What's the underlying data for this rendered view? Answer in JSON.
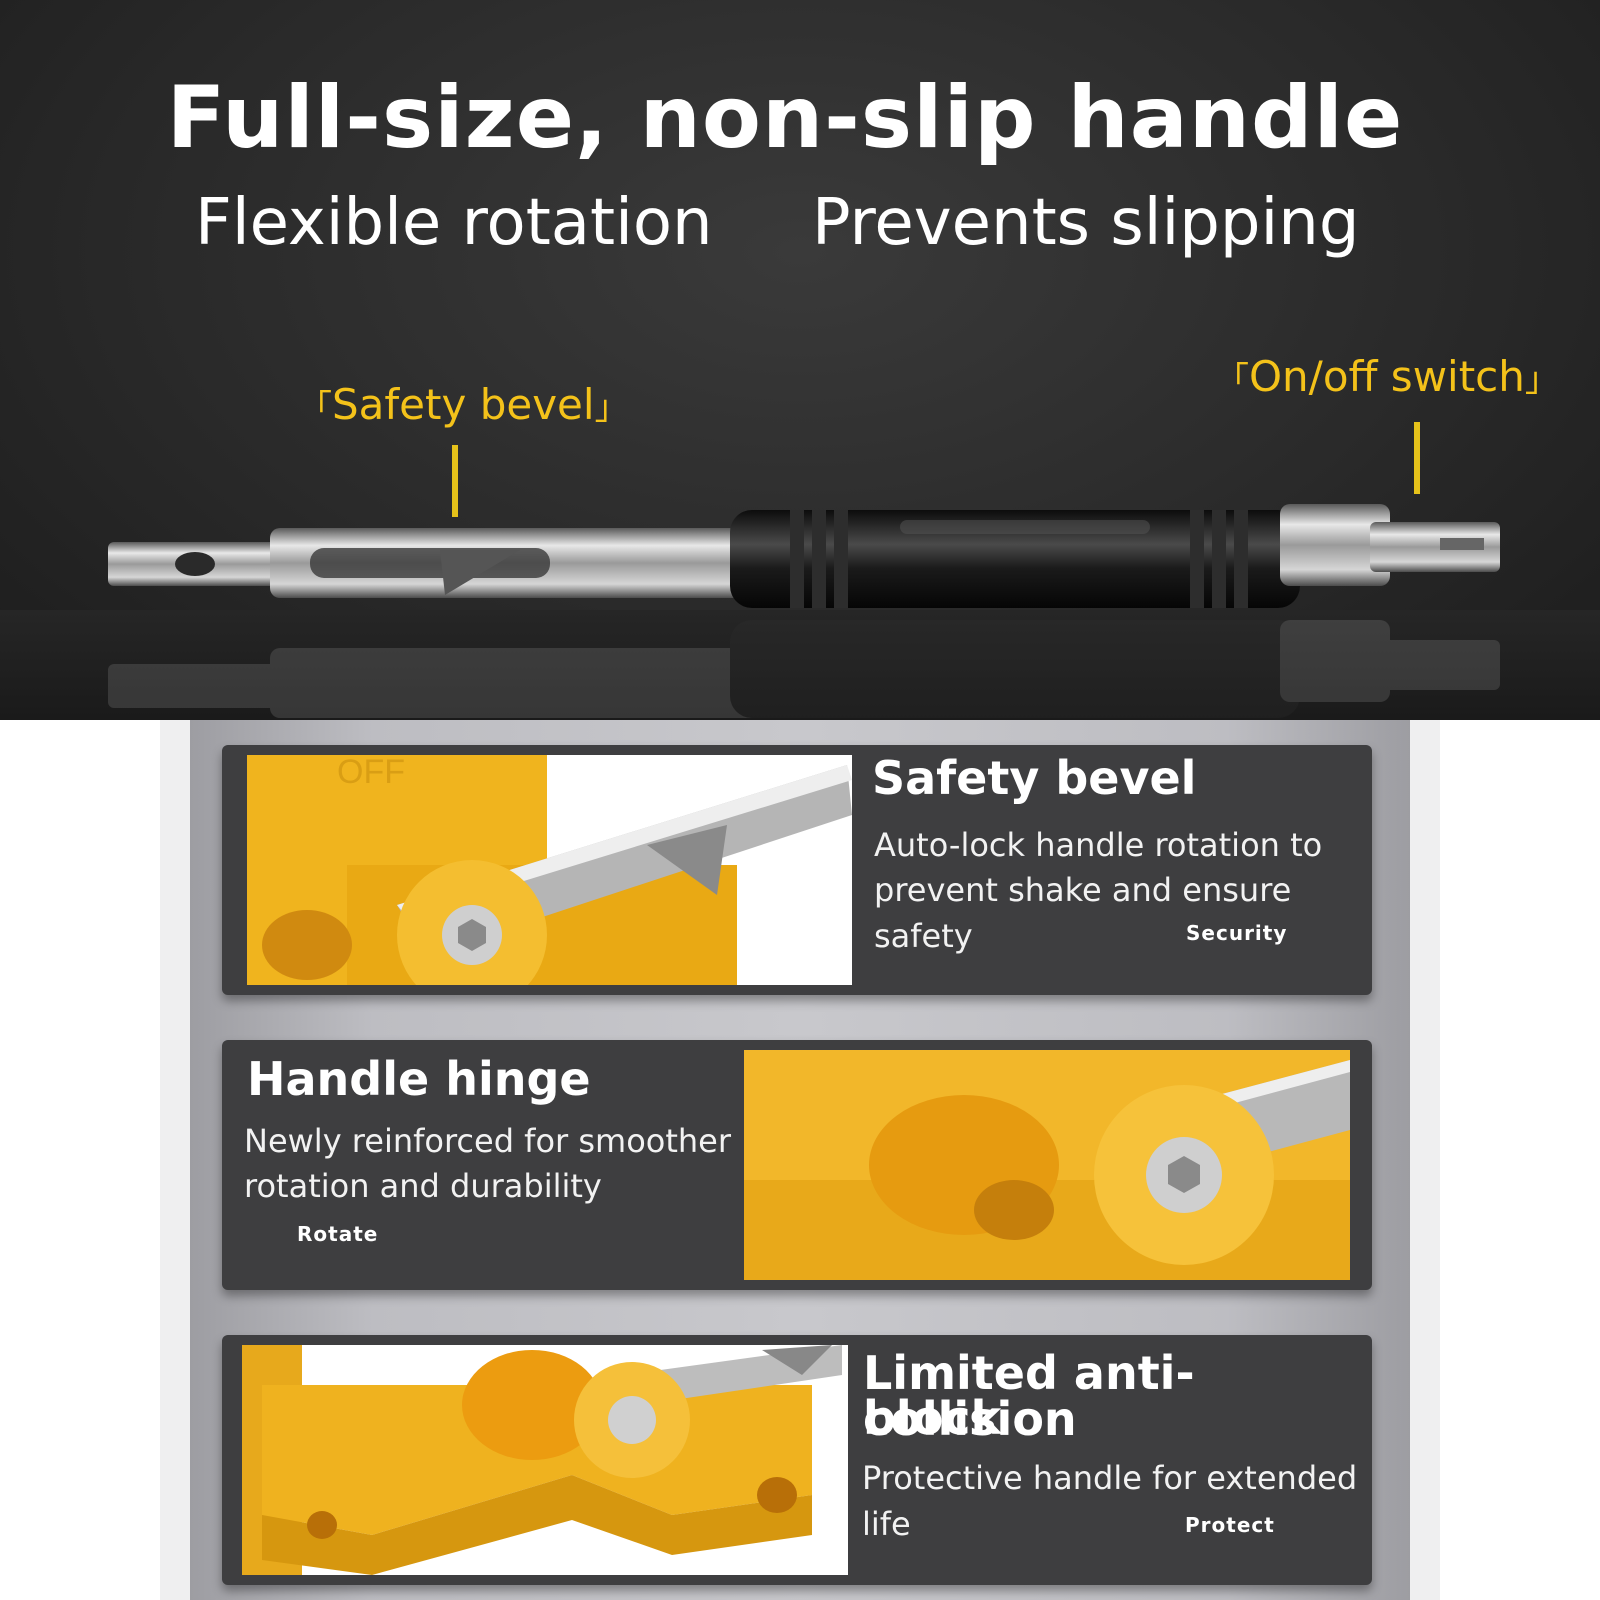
{
  "hero": {
    "title": "Full-size, non-slip handle",
    "sub_left": "Flexible rotation",
    "sub_right": "Prevents slipping",
    "callout_left": "Safety bevel",
    "callout_right": "On/off switch",
    "bracket_open": "「",
    "bracket_close": "」",
    "accent_color": "#f4c21a"
  },
  "features": [
    {
      "title": "Safety bevel",
      "body_line1": "Auto-lock handle rotation to",
      "body_line2": "prevent shake and ensure safety",
      "tag": "Security",
      "photo_label": "OFF"
    },
    {
      "title": "Handle hinge",
      "body_line1": "Newly reinforced for smoother",
      "body_line2": "rotation and durability",
      "tag": "Rotate"
    },
    {
      "title_line1": "Limited anti-collision",
      "title_line2": "block",
      "body_line1": "Protective handle for extended life",
      "tag": "Protect"
    }
  ],
  "colors": {
    "gold": "#f0b41e",
    "card": "#3e3e40"
  }
}
